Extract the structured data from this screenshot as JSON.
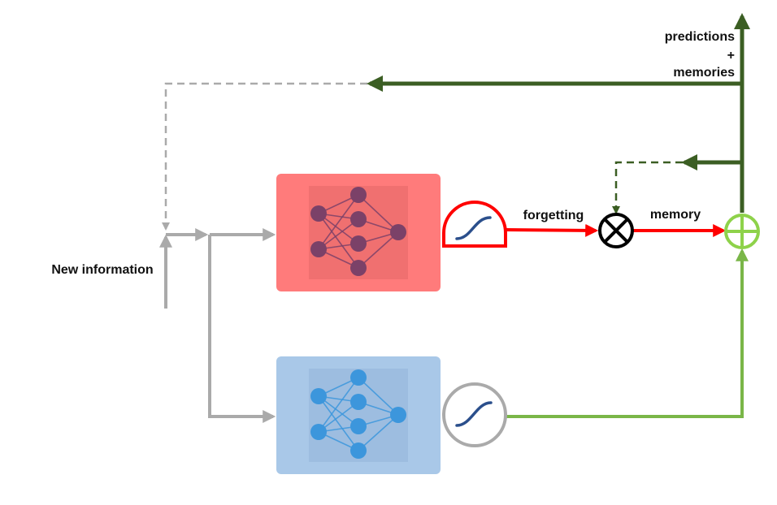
{
  "labels": {
    "input": "New information",
    "forget_edge": "forgetting",
    "memory_edge": "memory",
    "output_line1": "predictions",
    "output_line2": "+",
    "output_line3": "memories"
  },
  "nodes": {
    "forget_network": {
      "role": "neural network",
      "layers": [
        2,
        4,
        1
      ],
      "box_color": "#ff7b7b",
      "node_color": "#7b4168"
    },
    "update_network": {
      "role": "neural network",
      "layers": [
        2,
        4,
        1
      ],
      "box_color": "#a9c8e8",
      "node_color": "#3c96dc"
    },
    "forget_gate": {
      "icon": "sigmoid-icon",
      "shape": "half-circle",
      "stroke": "#ff0000"
    },
    "update_gate": {
      "icon": "sigmoid-icon",
      "shape": "circle",
      "stroke": "#aaaaaa"
    },
    "multiply": {
      "icon": "multiply-icon"
    },
    "add": {
      "icon": "add-icon"
    }
  },
  "colors": {
    "input_flow": "#aaaaaa",
    "forget_flow": "#ff0000",
    "update_flow": "#7ab648",
    "recurrent_flow": "#3b5e23"
  }
}
